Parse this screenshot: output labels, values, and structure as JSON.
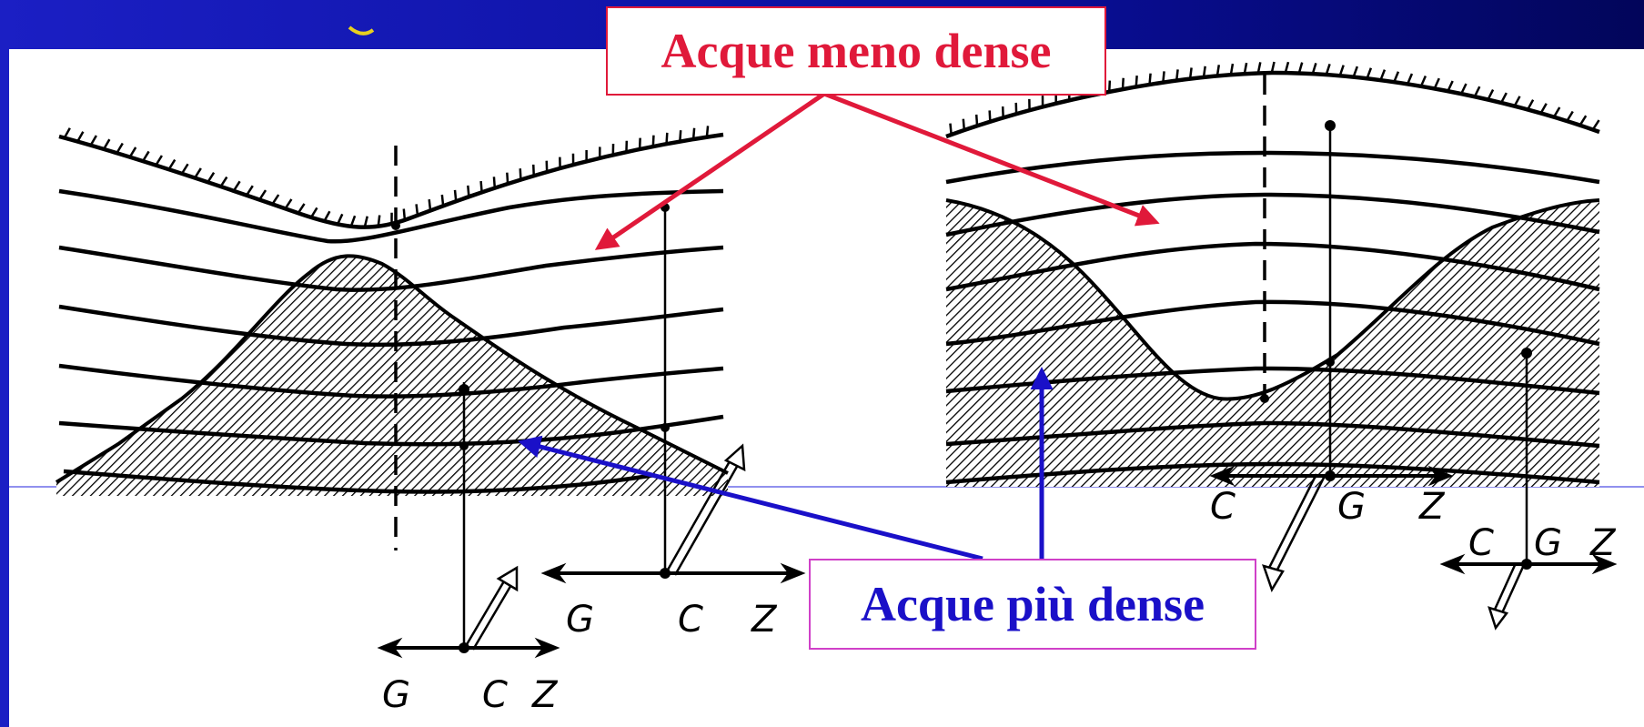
{
  "callouts": {
    "less_dense": "Acque meno dense",
    "more_dense": "Acque più dense"
  },
  "left_diagram": {
    "lower_vector_labels": [
      "G",
      "C",
      "Z"
    ],
    "upper_vector_labels": [
      "G",
      "C",
      "Z"
    ]
  },
  "right_diagram": {
    "center_vector_labels": [
      "C",
      "G",
      "Z"
    ],
    "right_vector_labels": [
      "C",
      "G",
      "Z"
    ]
  },
  "colors": {
    "background": "#ffffff",
    "slide_bar": "#0d14a8",
    "callout_less_dense": "#e0193a",
    "callout_more_dense": "#1a10c8",
    "callout_more_border": "#d040c8",
    "ink": "#000000"
  }
}
